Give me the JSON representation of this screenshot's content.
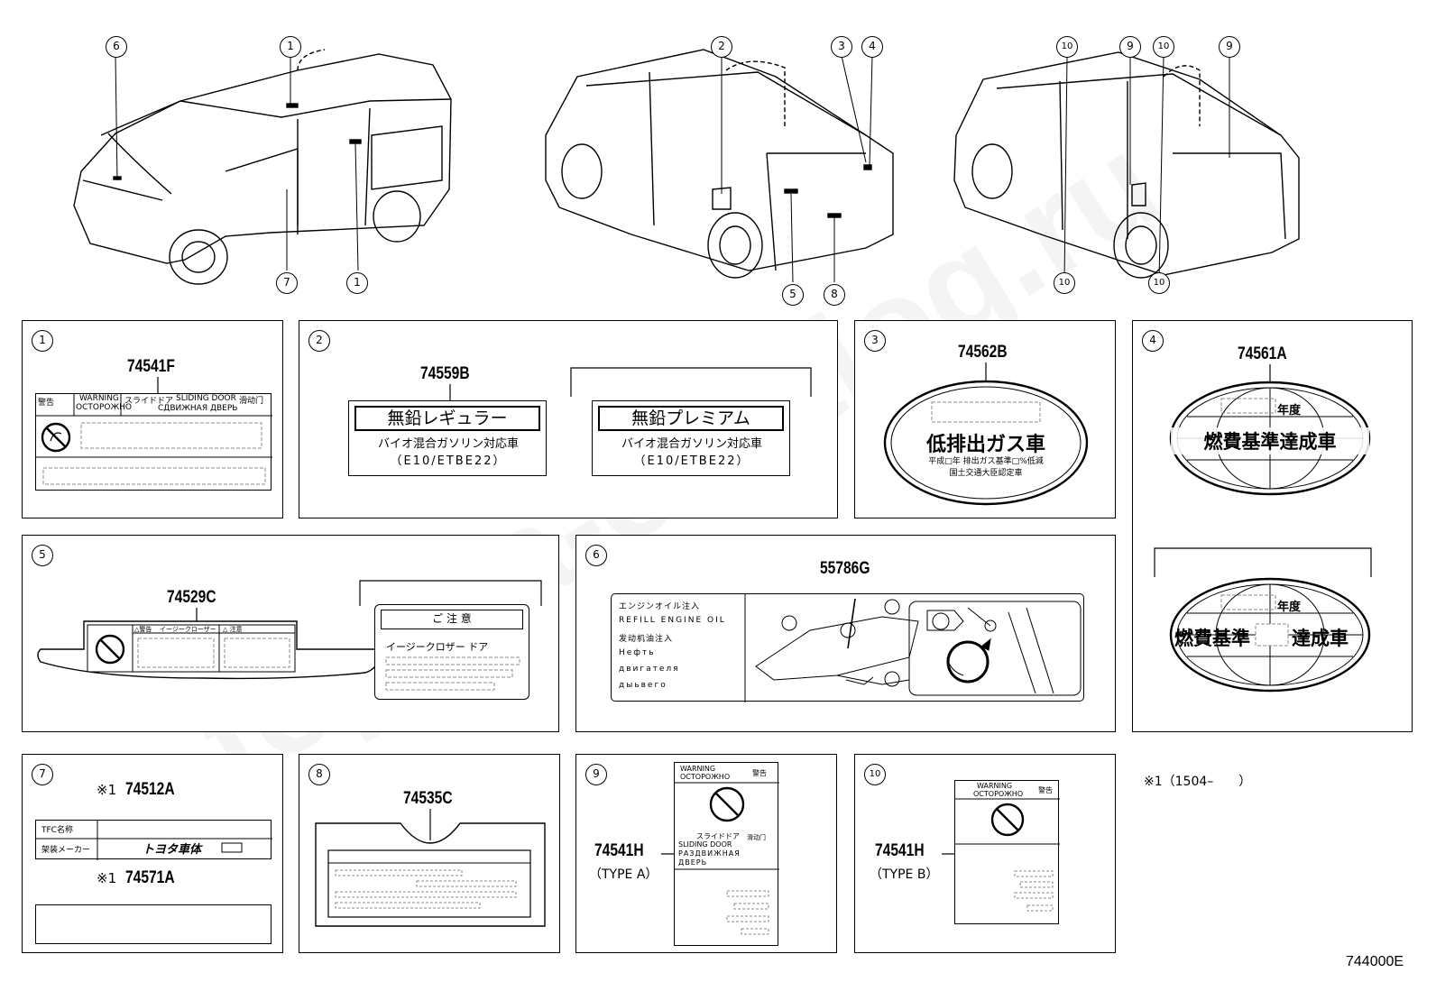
{
  "callouts": {
    "c1": "1",
    "c2": "2",
    "c3": "3",
    "c4": "4",
    "c5": "5",
    "c6": "6",
    "c7": "7",
    "c8": "8",
    "c9": "9",
    "c10": "10"
  },
  "panels": {
    "p1": {
      "num": "1",
      "part": "74541F",
      "warn": "WARNING",
      "warn_ru": "ОСТОРОЖНО",
      "keikoku": "警告",
      "slide_jp": "スライドドア",
      "slide_en": "SLIDING DOOR",
      "slide_cn": "滑动门",
      "slide_ru": "СДВИЖНАЯ ДВЕРЬ"
    },
    "p2": {
      "num": "2",
      "part": "74559B",
      "regular": "無鉛レギュラー",
      "premium": "無鉛プレミアム",
      "bio": "バイオ混合ガソリン対応車",
      "e10": "（E10/ETBE22）"
    },
    "p3": {
      "num": "3",
      "part": "74562B",
      "main": "低排出ガス車",
      "line1": "平成□年 排出ガス基準□%低減",
      "line2": "国土交通大臣認定車"
    },
    "p4": {
      "num": "4",
      "part": "74561A",
      "year": "年度",
      "main": "燃費基準達成車",
      "main2a": "燃費基準",
      "main2b": "達成車"
    },
    "p5": {
      "num": "5",
      "part": "74529C",
      "caution": "ご 注 意",
      "closer": "イージークロザー ドア",
      "h1": "△警告",
      "h2": "イージークローザー",
      "h3": "△ 注意"
    },
    "p6": {
      "num": "6",
      "part": "55786G",
      "lines": [
        "エンジンオイル注入",
        "REFILL ENGINE OIL",
        "发动机油注入",
        "Нефть",
        "двигателя",
        "дыьвего"
      ]
    },
    "p7": {
      "num": "7",
      "mark1": "※1",
      "part1": "74512A",
      "mark2": "※1",
      "part2": "74571A",
      "tfc": "TFC名称",
      "maker": "架装メーカー",
      "brand": "トヨタ車体"
    },
    "p8": {
      "num": "8",
      "part": "74535C"
    },
    "p9": {
      "num": "9",
      "part": "74541H",
      "type": "（TYPE A）",
      "warn": "WARNING",
      "warn_ru": "ОСТОРОЖНО",
      "keikoku": "警告",
      "slide_jp": "スライドドア",
      "slide_en": "SLIDING DOOR",
      "slide_cn": "滑动门",
      "slide_ru1": "РАЗДВИЖНАЯ",
      "slide_ru2": "ДВЕРЬ"
    },
    "p10": {
      "num": "10",
      "part": "74541H",
      "type": "（TYPE B）",
      "warn": "WARNING",
      "warn_ru": "ОСТОРОЖНО",
      "keikoku": "警告"
    }
  },
  "footnote": "※1（1504–　　）",
  "diagram_code": "744000E",
  "watermark": "toyota-catalog.ru"
}
